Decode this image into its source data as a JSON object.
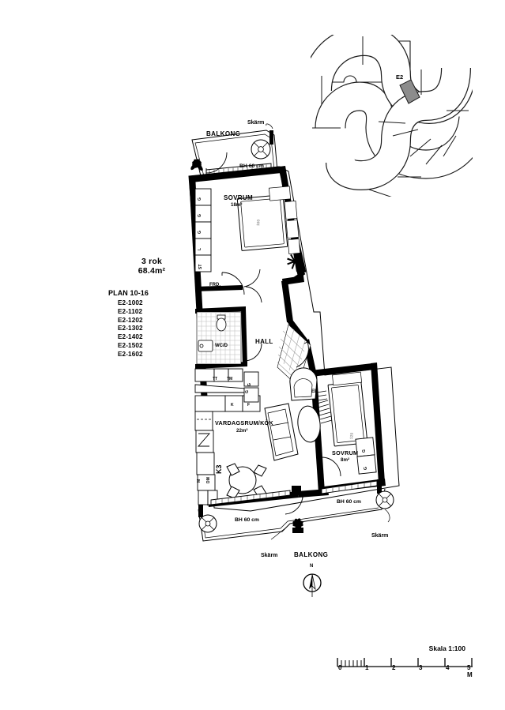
{
  "sheet": {
    "title": "3 rok",
    "area": "68.4m²",
    "plan_label": "PLAN 10-16",
    "apartments": [
      "E2-1002",
      "E2-1102",
      "E2-1202",
      "E2-1302",
      "E2-1402",
      "E2-1502",
      "E2-1602"
    ]
  },
  "key_plan": {
    "marker_label": "E2",
    "highlight_color": "#8c8c8c",
    "outline_color": "#000000"
  },
  "scale": {
    "label": "Skala 1:100",
    "ticks": [
      "0",
      "1",
      "2",
      "3",
      "4",
      "5 M"
    ]
  },
  "compass": {
    "north_label": "N"
  },
  "rooms": [
    {
      "name": "SOVRUM",
      "area": "18m²"
    },
    {
      "name": "FRD.",
      "area": ""
    },
    {
      "name": "WC/D",
      "area": ""
    },
    {
      "name": "HALL",
      "area": ""
    },
    {
      "name": "VARDAGSRUM/KÖK",
      "area": "22m²"
    },
    {
      "name": "SOVRUM",
      "area": "8m²"
    }
  ],
  "room_labels": {
    "sovrum_top_name": "SOVRUM",
    "sovrum_top_area": "18m²",
    "frd": "FRD.",
    "wc": "WC/D",
    "hall": "HALL",
    "living_name": "VARDAGSRUM/KÖK",
    "living_area": "22m²",
    "sovrum_small_name": "SOVRUM",
    "sovrum_small_area": "8m²",
    "kitchen_code": "K3",
    "electrical": "EL"
  },
  "balconies": {
    "top_label": "BALKONG",
    "bottom_label": "BALKONG",
    "screen_top": "Skärm",
    "screen_bottom_left": "Skärm",
    "screen_bottom_right": "Skärm",
    "railing_top": "BH 60 cm",
    "railing_bottom_left": "BH 60 cm",
    "railing_bottom_right": "BH 60 cm"
  },
  "fixtures": {
    "closets_top": [
      "G",
      "G",
      "G",
      "L",
      "ST"
    ],
    "closets_small_bedroom": [
      "G",
      "G"
    ],
    "closet_hall": "G",
    "closet_utility": "G",
    "laundry": [
      "TT",
      "TM"
    ],
    "kitchen_units": [
      "K",
      "F"
    ],
    "kitchen_units_lower": [
      "M",
      "DM"
    ],
    "bed_large": "160",
    "bed_small": "120"
  }
}
